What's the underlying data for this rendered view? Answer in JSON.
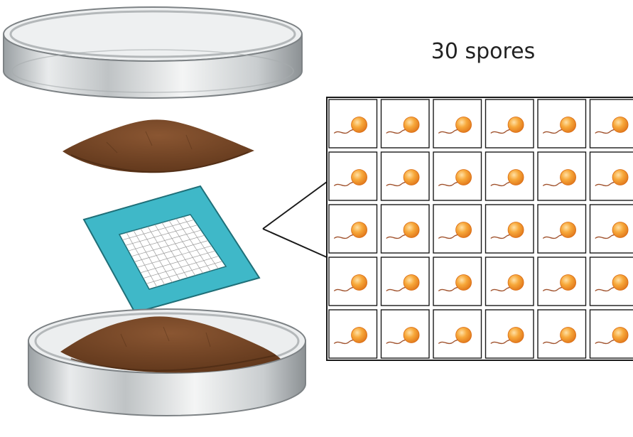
{
  "caption": "30 spores",
  "grid": {
    "rows": 5,
    "cols": 6
  },
  "colors": {
    "dish_glass": "#d9dcdd",
    "dish_rim": "#8e9294",
    "soil": "#7a4a2a",
    "soil_dark": "#5a3318",
    "membrane_frame": "#3fb8c8",
    "membrane_frame_dark": "#1f6f78",
    "grid_line": "#999999",
    "cell_border": "#1a1a1a",
    "spore": "#f39a2b",
    "spore_highlight": "#ffe1a6",
    "spore_tail": "#a0522d"
  }
}
